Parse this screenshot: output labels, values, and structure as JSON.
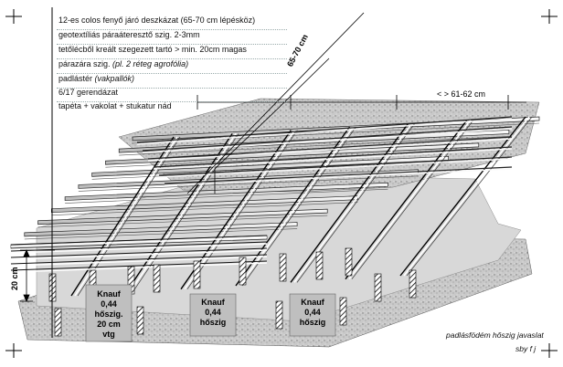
{
  "legend": [
    {
      "text": "12-es colos fenyő járó deszkázat (65-70 cm lépésköz)"
    },
    {
      "text": "geotextíliás páraáteresztő szig. 2-3mm"
    },
    {
      "text": "tetőlécből kreált szegezett tartó > min. 20cm magas"
    },
    {
      "text": "párazára szig. ",
      "italic": "(pl. 2 réteg agrofólia)"
    },
    {
      "text": "padlástér ",
      "italic": "(vakpallók)"
    },
    {
      "text": "6/17 gerendázat"
    },
    {
      "text": "tapéta + vakolat + stukatur nád"
    }
  ],
  "dimensions": {
    "diagonal_spacing": "65-70 cm",
    "horizontal_spacing": "< > 61-62 cm",
    "height": "20 cm"
  },
  "knauf_labels": [
    {
      "lines": [
        "Knauf",
        "0,44",
        "hőszig.",
        "20 cm",
        "vtg"
      ]
    },
    {
      "lines": [
        "Knauf",
        "0,44",
        "hőszig"
      ]
    },
    {
      "lines": [
        "Knauf",
        "0,44",
        "hőszig"
      ]
    }
  ],
  "caption": {
    "title": "padlásfödém hőszig javaslat",
    "author": "sby f j"
  }
}
